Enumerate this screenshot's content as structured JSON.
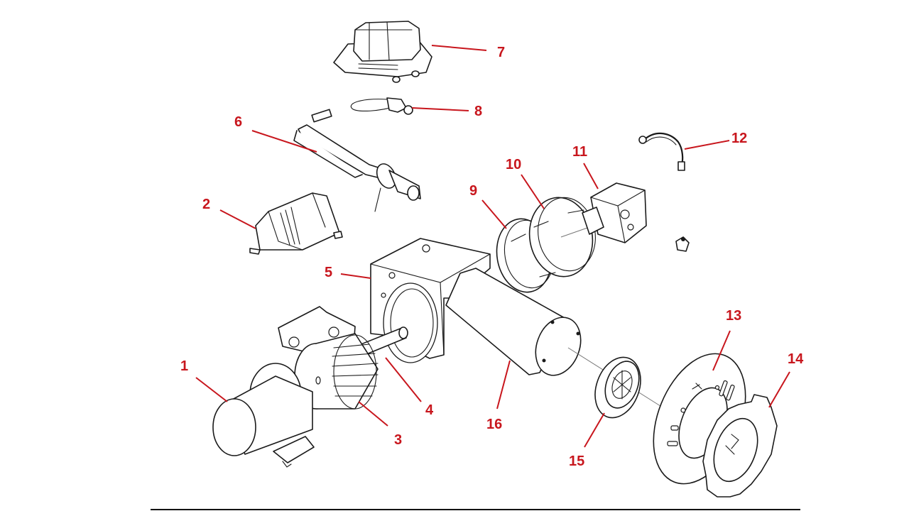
{
  "diagram": {
    "title": "Burner exploded parts view",
    "accent_color": "#c8161d",
    "line_color": "#1a1a1a",
    "callouts": [
      {
        "number": "1",
        "part": "motor"
      },
      {
        "number": "2",
        "part": "ignition-transformer-cover"
      },
      {
        "number": "3",
        "part": "blower-wheel"
      },
      {
        "number": "4",
        "part": "drive-shaft-coupling"
      },
      {
        "number": "5",
        "part": "burner-housing"
      },
      {
        "number": "6",
        "part": "electrode-nozzle-assembly"
      },
      {
        "number": "7",
        "part": "ignition-transformer"
      },
      {
        "number": "8",
        "part": "photocell"
      },
      {
        "number": "9",
        "part": "air-inlet-band"
      },
      {
        "number": "10",
        "part": "air-shutter"
      },
      {
        "number": "11",
        "part": "fuel-pump"
      },
      {
        "number": "12",
        "part": "oil-line"
      },
      {
        "number": "13",
        "part": "mounting-flange"
      },
      {
        "number": "14",
        "part": "flange-gasket"
      },
      {
        "number": "15",
        "part": "flame-retention-head"
      },
      {
        "number": "16",
        "part": "air-tube"
      }
    ]
  }
}
